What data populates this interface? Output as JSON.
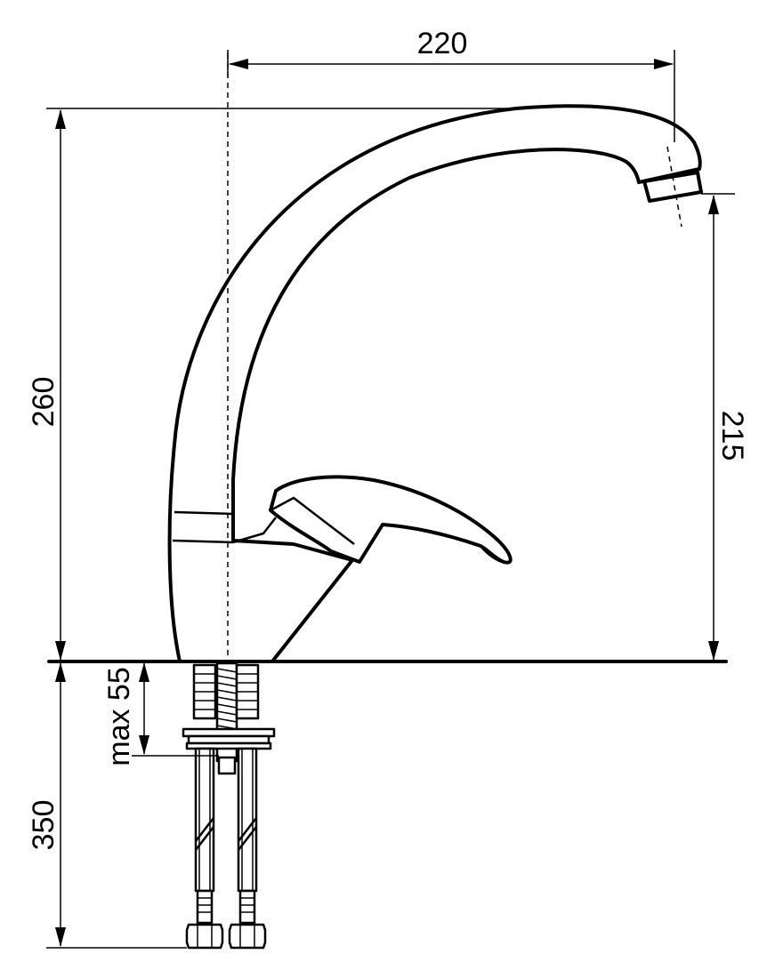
{
  "dimensions": {
    "spout_reach": "220",
    "total_height": "260",
    "spout_height": "215",
    "max_counter_thickness": "max 55",
    "hose_length": "350"
  },
  "colors": {
    "line": "#000000",
    "background": "#ffffff"
  }
}
